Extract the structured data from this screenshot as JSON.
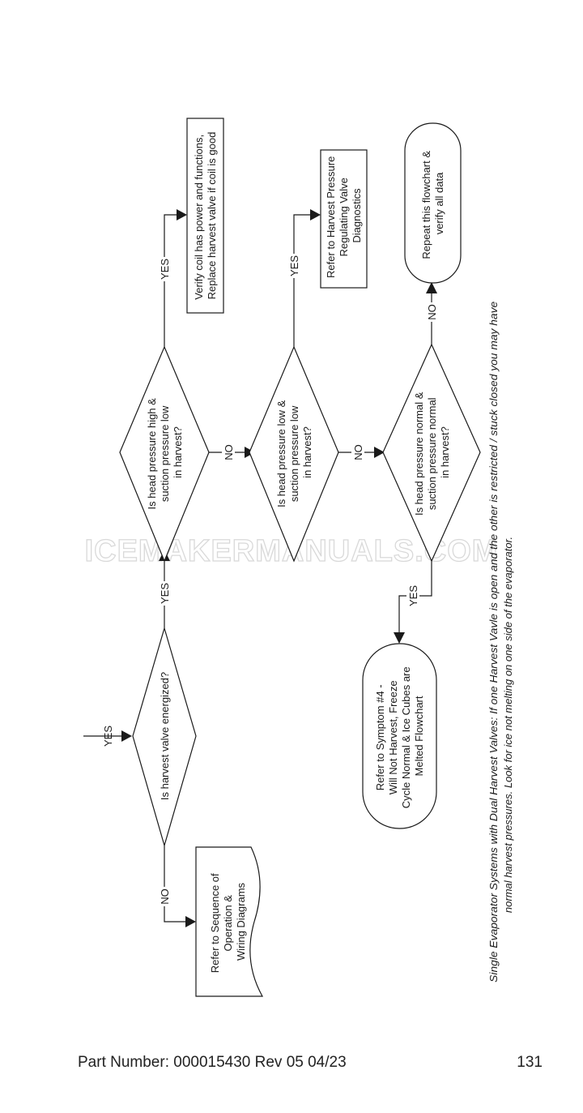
{
  "watermark": "ICEMAKERMANUALS.COM",
  "footer": {
    "part_number": "Part Number: 000015430 Rev 05 04/23",
    "page_number": "131"
  },
  "entry_label": "YES",
  "decisions": {
    "harvest_valve": [
      "Is harvest valve energized?"
    ],
    "head_high": [
      "Is head pressure high &",
      "suction pressure low",
      "in harvest?"
    ],
    "head_low": [
      "Is head pressure low &",
      "suction pressure low",
      "in harvest?"
    ],
    "head_normal": [
      "Is head pressure normal &",
      "suction pressure normal",
      "in harvest?"
    ]
  },
  "outcomes": {
    "sequence": [
      "Refer to Sequence of",
      "Operation &",
      "Wiring Diagrams"
    ],
    "coil": [
      "Verify coil has power and functions,",
      "Replace harvest valve if coil is good"
    ],
    "regulating": [
      "Refer to Harvest Pressure",
      "Regulating Valve",
      "Diagnostics"
    ],
    "repeat": [
      "Repeat this flowchart &",
      "verify all data"
    ],
    "symptom4": [
      "Refer to Symptom #4 -",
      "Will Not Harvest, Freeze",
      "Cycle Normal & Ice Cubes are",
      "Melted Flowchart"
    ]
  },
  "branch_labels": {
    "valve_no": "NO",
    "valve_yes": "YES",
    "high_yes": "YES",
    "high_no": "NO",
    "low_yes": "YES",
    "low_no": "NO",
    "normal_no": "NO",
    "normal_yes": "YES"
  },
  "note": [
    "Single Evaporator Systems with Dual Harvest Valves: If one Harvest Vavle is open and the other is restricted / stuck closed you may have",
    "normal harvest pressures. Look for ice not melting on one side of the evaporator."
  ]
}
